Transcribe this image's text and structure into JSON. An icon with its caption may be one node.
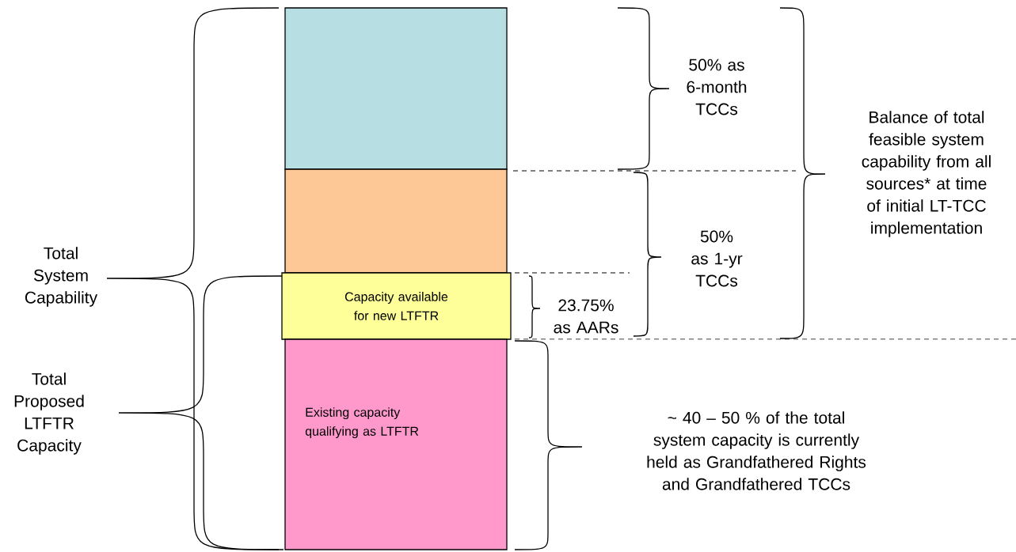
{
  "diagram": {
    "nodes": [
      {
        "text": [],
        "shape": "box"
      },
      {
        "text": [],
        "shape": "box"
      },
      {
        "text": [
          "Capacity available for new LTFTR"
        ]
      },
      {
        "text": [
          "Existing capacity qualifying as LTFTR"
        ]
      }
    ],
    "labels": [
      "50% as 6-month TCCs",
      "Balance of total feasible system capability from all sources* at time of initial LT-TCC implementation",
      "Total System Capability",
      "50% as 1-yr TCCs",
      "23.75% as AARs",
      "Total Proposed LTFTR Capacity",
      "~ 40 – 50 % of the total system capacity is currently held as Grandfathered Rights and Grandfathered TCCs"
    ]
  }
}
